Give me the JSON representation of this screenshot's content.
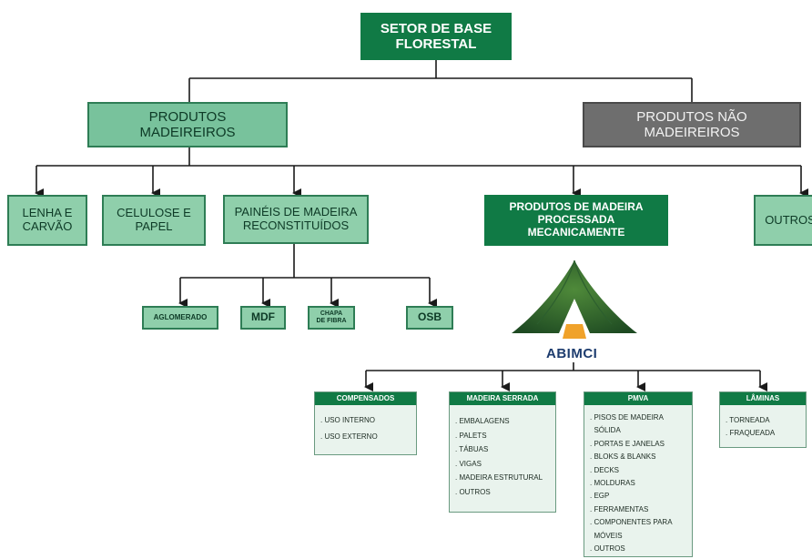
{
  "root": "SETOR DE BASE\nFLORESTAL",
  "level1": {
    "wood": "PRODUTOS\nMADEIREIROS",
    "nonwood": "PRODUTOS NÃO\nMADEIREIROS"
  },
  "level2": {
    "lenha": "LENHA E\nCARVÃO",
    "celulose": "CELULOSE E\nPAPEL",
    "paineis": "PAINÉIS DE MADEIRA\nRECONSTITUÍDOS",
    "processada": "PRODUTOS DE MADEIRA\nPROCESSADA\nMECANICAMENTE",
    "outros": "OUTROS"
  },
  "panels": {
    "aglomerado": "AGLOMERADO",
    "mdf": "MDF",
    "chapa": "CHAPA\nDE FIBRA",
    "osb": "OSB"
  },
  "logo": {
    "text": "ABIMCI",
    "icon": "tent-forest-logo"
  },
  "cards": [
    {
      "title": "COMPENSADOS",
      "items": [
        ". USO INTERNO",
        ". USO EXTERNO"
      ]
    },
    {
      "title": "MADEIRA SERRADA",
      "items": [
        ". EMBALAGENS",
        ". PALETS",
        ". TÁBUAS",
        ". VIGAS",
        ". MADEIRA ESTRUTURAL",
        ". OUTROS"
      ]
    },
    {
      "title": "PMVA",
      "items": [
        ". PISOS DE MADEIRA",
        "  SÓLIDA",
        ". PORTAS E JANELAS",
        ". BLOKS & BLANKS",
        ". DECKS",
        ". MOLDURAS",
        ". EGP",
        ". FERRAMENTAS",
        ". COMPONENTES PARA",
        "  MÓVEIS",
        ". OUTROS"
      ]
    },
    {
      "title": "LÂMINAS",
      "items": [
        ". TORNEADA",
        ". FRAQUEADA"
      ]
    }
  ],
  "colors": {
    "dark_green": "#107a45",
    "light_green": "#78c29c",
    "gray": "#6e6e6e",
    "line": "#1a1a1a"
  }
}
